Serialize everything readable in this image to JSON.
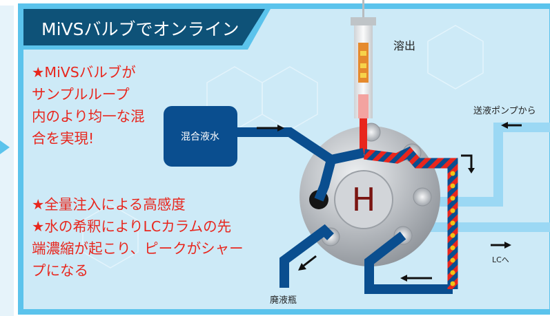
{
  "header": {
    "title": "MiVSバルブでオンライン"
  },
  "notes": {
    "block1": [
      "★MiVSバルブが",
      "サンプルループ",
      "内のより均一な混",
      "合を実現!"
    ],
    "block2": [
      "★全量注入による高感度",
      "★水の希釈によりLCカラムの先",
      "端濃縮が起こり、ピークがシャー",
      "プになる"
    ]
  },
  "labels": {
    "elution": "溶出",
    "mixed_water": "混合液水",
    "from_pump": "送液ポンプから",
    "to_lc": "LCへ",
    "waste": "廃液瓶",
    "valve_letter": "H"
  },
  "colors": {
    "panel_bg": "#cdeaf7",
    "frame": "#5bc3ec",
    "header_bg": "#0e5278",
    "dark_line": "#0a4e8f",
    "light_line": "#9bd8f4",
    "sample_red": "#e8261d",
    "dot_yellow": "#f2c315",
    "valve_letter": "#7a1512"
  }
}
